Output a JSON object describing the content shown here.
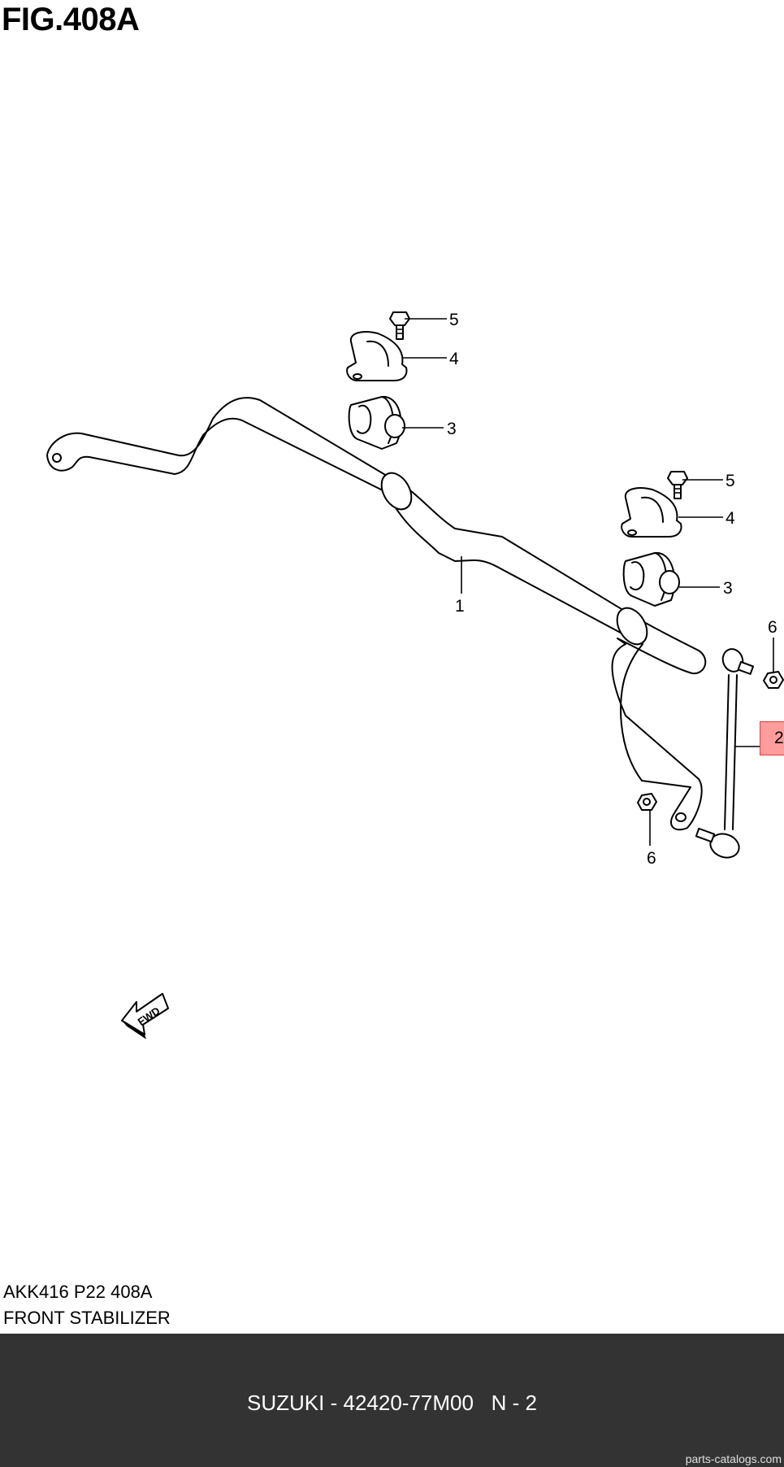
{
  "figure": {
    "title": "FIG.408A"
  },
  "callouts": {
    "bar": "1",
    "link": "2",
    "bushing_left": "3",
    "bushing_right": "3",
    "bracket_left": "4",
    "bracket_right": "4",
    "bolt_left": "5",
    "bolt_right": "5",
    "nut_top": "6",
    "nut_bottom": "6"
  },
  "direction_arrow": {
    "label": "FWD"
  },
  "caption": {
    "code": "AKK416 P22 408A",
    "name": "FRONT STABILIZER"
  },
  "footer": {
    "part_line": "SUZUKI - 42420-77M00   N - 2",
    "watermark": "parts-catalogs.com",
    "background_color": "#333333"
  },
  "highlight": {
    "color": "#ff5a5a",
    "target_callout": "2"
  }
}
